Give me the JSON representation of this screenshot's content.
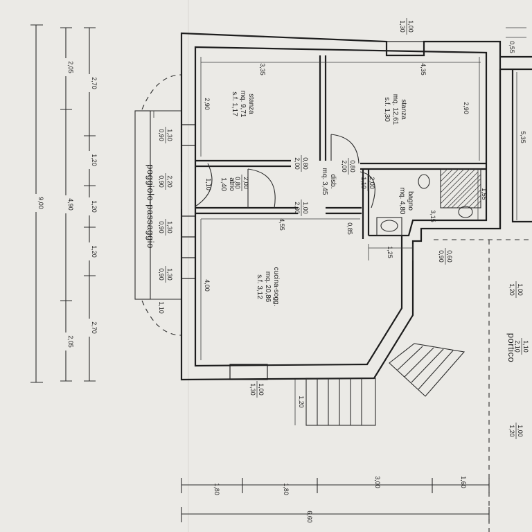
{
  "rooms": {
    "stanza_left": {
      "name": "stanza",
      "area": "mq. 9,71",
      "sf": "s.f. 1,17"
    },
    "stanza_right": {
      "name": "stanza",
      "area": "mq. 12,61",
      "sf": "s.f. 1,30"
    },
    "disb": {
      "name": "disb.",
      "area": "mq. 3,45"
    },
    "atrio": {
      "name": "atrio",
      "area": "1,40"
    },
    "bagno": {
      "name": "bagno",
      "area": "mq. 4,80"
    },
    "cucina": {
      "name": "cucina-sogg.",
      "area": "mq. 20,86",
      "sf": "s.f. 3,12"
    },
    "poggiolo": {
      "name": "poggiolo-passaggio"
    },
    "portico": {
      "name": "portico"
    }
  },
  "left_dims": {
    "total": "9,00",
    "mid": [
      "2,05",
      "4,90",
      "2,05"
    ],
    "inner": [
      "2,70",
      "1,20",
      "1,20",
      "1,20",
      "2,70"
    ]
  },
  "bottom_dims": {
    "parts": [
      "1,80",
      "1,80",
      "3,00",
      "1,60"
    ],
    "total": "6,60"
  },
  "inner_dims": {
    "d335": "3,35",
    "d435": "4,35",
    "d290a": "2,90",
    "d290b": "2,90",
    "d535": "5,35",
    "d055": "0,55",
    "d155": "1,55",
    "d315": "3,15",
    "d455": "4,55",
    "d085": "0,85",
    "d125": "1,25",
    "d400": "4,00",
    "d220": "2,20",
    "d060": "0,60",
    "d120s": "1,20",
    "d110": "1,10"
  },
  "openings": {
    "top_win": [
      "1,00",
      "1,30"
    ],
    "w_stz": [
      "1,30",
      "0,90"
    ],
    "w_pog": [
      "2,20",
      "0,90"
    ],
    "w_pog2": [
      "1,30",
      "0,90"
    ],
    "w_pog3": [
      "1,30",
      "0,90"
    ],
    "w_cuc": [
      "1,00",
      "1,30"
    ],
    "d_atrio": [
      "2,00",
      "0,80"
    ],
    "d_stz": [
      "0,80",
      "2,00"
    ],
    "d_disb": [
      "0,80",
      "2,00"
    ],
    "d_bagno": [
      "2,00",
      "1,10"
    ],
    "d_cuc": [
      "1,00",
      "2,00"
    ],
    "d_060": [
      "0,60",
      "0,90"
    ],
    "por1": [
      "1,00",
      "1,20"
    ],
    "por2": [
      "1,10",
      "2,10"
    ],
    "por3": [
      "1,00",
      "1,20"
    ]
  }
}
